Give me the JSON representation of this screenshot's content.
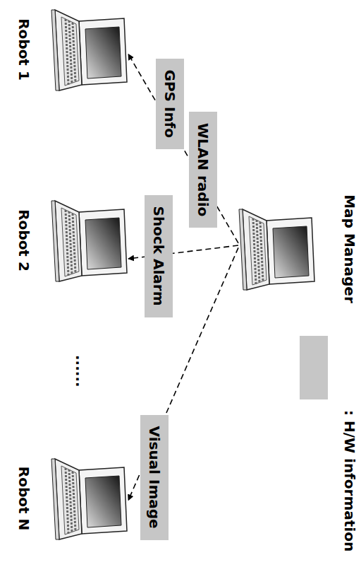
{
  "diagram": {
    "nodes": [
      {
        "text": [
          "Map Manager"
        ]
      },
      {
        "text": [
          "Robot 1"
        ]
      },
      {
        "text": [
          "Robot 2"
        ]
      },
      {
        "text": [
          "Robot N"
        ]
      }
    ],
    "edges": [
      {
        "from": 0,
        "to": 1,
        "arrow": "to",
        "label": "GPS Info"
      },
      {
        "from": 0,
        "to": 2,
        "arrow": "to",
        "label": "Shock Alarm"
      },
      {
        "from": 0,
        "to": 3,
        "arrow": "to",
        "label": "Visual Image"
      }
    ],
    "labels": [
      "WLAN radio",
      "......"
    ],
    "legend": [
      {
        "text": ": H/W information",
        "color": "#c6c6c6"
      }
    ]
  }
}
